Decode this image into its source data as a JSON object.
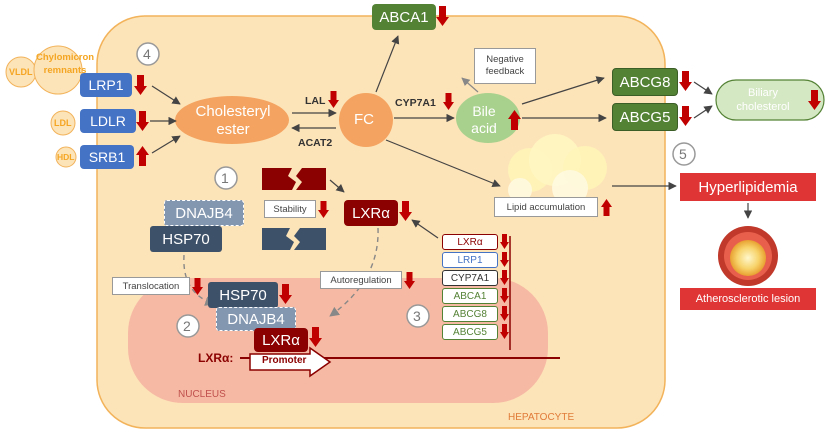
{
  "colors": {
    "cell_fill": "#fde3b8",
    "cell_border": "#f2b35a",
    "nucleus_fill": "#f5b3a0",
    "receptor_blue": "#4472c4",
    "green": "#548235",
    "dark_red": "#8b0000",
    "slate": "#3d5168",
    "slate_light": "#8497b0",
    "ester_orange": "#f4a460",
    "fc_orange": "#f4a460",
    "bile_green": "#a9d18e",
    "hyper_red": "#e03535",
    "indicator_red": "#c00000",
    "lipo_orange": "#f4a623"
  },
  "lipoproteins": {
    "vldl": "VLDL",
    "chylomicron_line1": "Chylomicron",
    "chylomicron_line2": "remnants",
    "ldl": "LDL",
    "hdl": "HDL"
  },
  "receptors": {
    "lrp1": "LRP1",
    "ldlr": "LDLR",
    "srb1": "SRB1"
  },
  "metabolites": {
    "cholesteryl_ester_line1": "Cholesteryl",
    "cholesteryl_ester_line2": "ester",
    "fc": "FC",
    "bile_line1": "Bile",
    "bile_line2": "acid",
    "biliary_line1": "Biliary",
    "biliary_line2": "cholesterol"
  },
  "enzymes": {
    "lal": "LAL",
    "acat2": "ACAT2",
    "cyp7a1": "CYP7A1"
  },
  "transporters": {
    "abca1": "ABCA1",
    "abcg8": "ABCG8",
    "abcg5": "ABCG5"
  },
  "labels": {
    "negative_feedback_line1": "Negative",
    "negative_feedback_line2": "feedback",
    "lipid_accumulation": "Lipid accumulation",
    "hyperlipidemia": "Hyperlipidemia",
    "atherosclerotic_lesion": "Atherosclerotic lesion",
    "stability": "Stability",
    "translocation": "Translocation",
    "autoregulation": "Autoregulation",
    "nucleus": "NUCLEUS",
    "hepatocyte": "HEPATOCYTE",
    "promoter": "Promoter",
    "lxra_prefix": "LXRα:"
  },
  "chaperones": {
    "dnajb4": "DNAJB4",
    "hsp70": "HSP70",
    "lxra": "LXRα"
  },
  "target_genes": [
    "LXRα",
    "LRP1",
    "CYP7A1",
    "ABCA1",
    "ABCG8",
    "ABCG5"
  ],
  "steps": [
    "1",
    "2",
    "3",
    "4",
    "5"
  ]
}
